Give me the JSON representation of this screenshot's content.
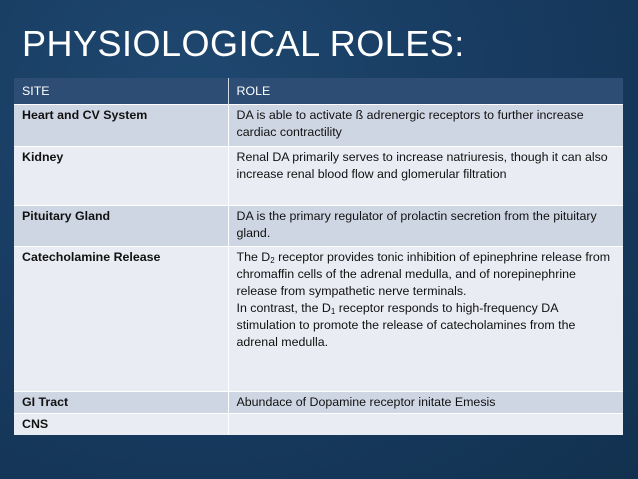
{
  "slide": {
    "title": "PHYSIOLOGICAL ROLES:"
  },
  "table": {
    "headers": {
      "site": "SITE",
      "role": "ROLE"
    },
    "rows": [
      {
        "site": "Heart and CV System",
        "role": "DA is able to activate ß adrenergic receptors to further increase cardiac contractility"
      },
      {
        "site": "Kidney",
        "role": "Renal DA primarily serves to increase natriuresis, though it can also increase renal blood flow and glomerular filtration"
      },
      {
        "site": "Pituitary Gland",
        "role": "DA is the primary regulator of prolactin secretion from the pituitary gland."
      },
      {
        "site": "Catecholamine Release",
        "role_part1_a": "The D",
        "role_part1_sub": "2",
        "role_part1_b": " receptor provides tonic inhibition of epinephrine release from chromaffin cells of the adrenal medulla, and of norepinephrine release from sympathetic nerve terminals.",
        "role_part2_a": "In contrast, the D",
        "role_part2_sub": "1",
        "role_part2_b": " receptor responds to high-frequency DA stimulation to promote the release of catecholamines from the adrenal medulla."
      },
      {
        "site": "GI Tract",
        "role": "Abundace of Dopamine receptor initate Emesis"
      },
      {
        "site": "CNS",
        "role": ""
      }
    ]
  }
}
